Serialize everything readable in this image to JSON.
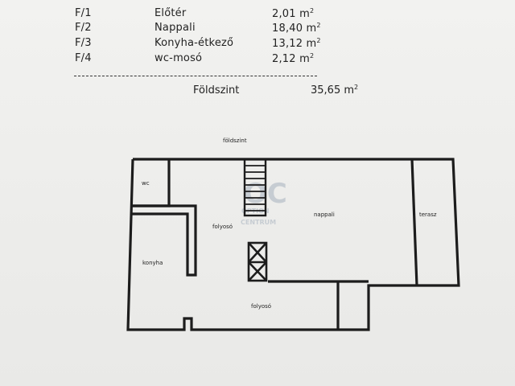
{
  "rooms": [
    {
      "code": "F/1",
      "name": "Előtér",
      "area": "2,01 m",
      "unit_sup": "2"
    },
    {
      "code": "F/2",
      "name": "Nappali",
      "area": "18,40 m",
      "unit_sup": "2"
    },
    {
      "code": "F/3",
      "name": "Konyha-étkező",
      "area": "13,12 m",
      "unit_sup": "2"
    },
    {
      "code": "F/4",
      "name": "wc-mosó",
      "area": "2,12 m",
      "unit_sup": "2"
    }
  ],
  "total": {
    "label": "Földszint",
    "area": "35,65 m",
    "unit_sup": "2"
  },
  "plan": {
    "title": "földszint",
    "labels": {
      "wc": "wc",
      "konyha": "konyha",
      "folyoso_upper": "folyosó",
      "nappali": "nappali",
      "terasz": "terasz",
      "folyoso_lower": "folyosó"
    },
    "watermark": {
      "line1": "OPTION",
      "line2": "CENTRUM"
    }
  },
  "colors": {
    "wall": "#1c1c1c",
    "paper": "#efefed",
    "watermark": "#c6ccd2"
  }
}
